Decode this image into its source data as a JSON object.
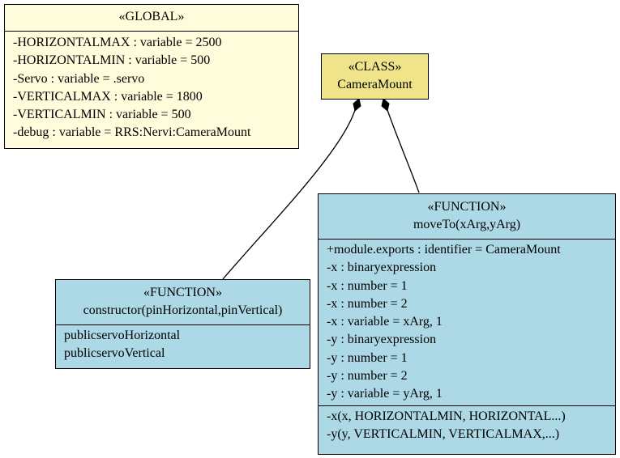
{
  "global": {
    "stereotype": "«GLOBAL»",
    "attributes": [
      "-HORIZONTALMAX : variable = 2500",
      "-HORIZONTALMIN : variable = 500",
      "-Servo : variable = .servo",
      "-VERTICALMAX : variable = 1800",
      "-VERTICALMIN : variable = 500",
      "-debug : variable = RRS:Nervi:CameraMount"
    ],
    "color": "#fffcdc"
  },
  "camera_mount": {
    "stereotype": "«CLASS»",
    "name": "CameraMount",
    "color": "#f0e48a"
  },
  "move_to": {
    "stereotype": "«FUNCTION»",
    "name": "moveTo(xArg,yArg)",
    "attributes": [
      "+module.exports : identifier = CameraMount",
      "-x : binaryexpression",
      "-x : number = 1",
      "-x : number = 2",
      "-x : variable = xArg, 1",
      "-y : binaryexpression",
      "-y : number = 1",
      "-y : number = 2",
      "-y : variable = yArg, 1"
    ],
    "operations": [
      "-x(x, HORIZONTALMIN, HORIZONTAL...)",
      "-y(y, VERTICALMIN, VERTICALMAX,...)"
    ],
    "color": "#add8e6"
  },
  "constructor": {
    "stereotype": "«FUNCTION»",
    "name": "constructor(pinHorizontal,pinVertical)",
    "attributes": [
      "publicservoHorizontal",
      "publicservoVertical"
    ],
    "color": "#add8e6"
  }
}
